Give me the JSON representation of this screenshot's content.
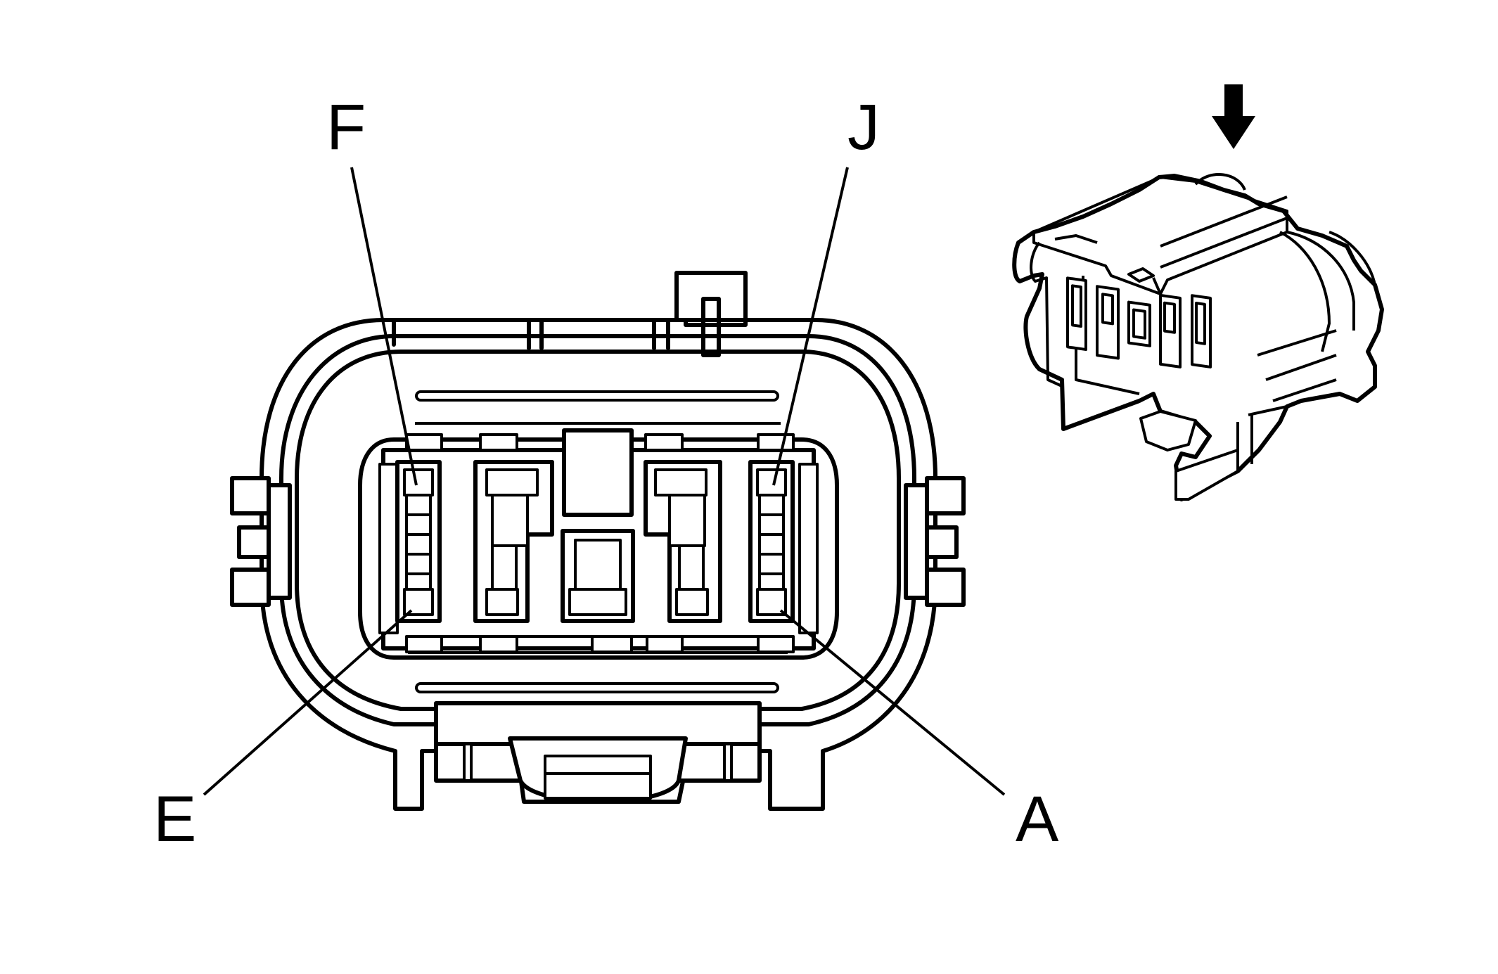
{
  "labels": {
    "top_left": "F",
    "top_right": "J",
    "bottom_left": "E",
    "bottom_right": "A"
  },
  "icons": {
    "view_direction": "down-arrow-icon"
  },
  "colors": {
    "line": "#000000",
    "background": "#ffffff"
  }
}
